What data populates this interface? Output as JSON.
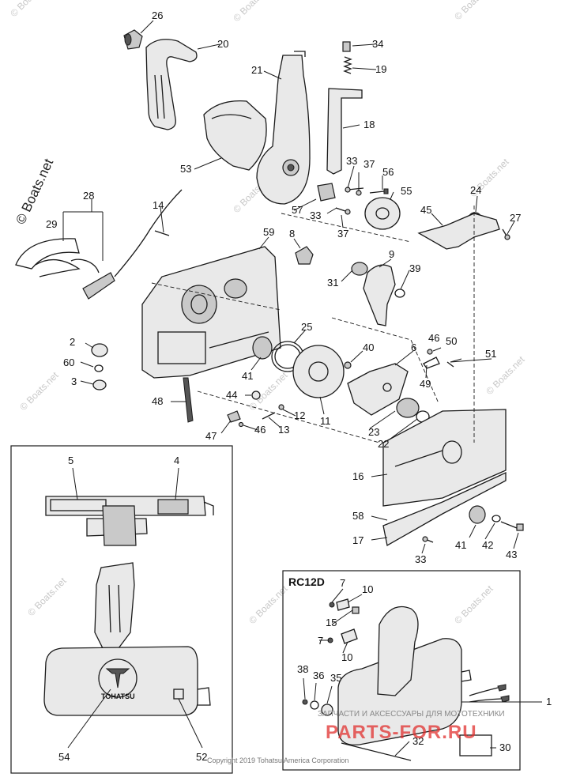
{
  "watermarks": {
    "main": "© Boats.net",
    "faint": "© Boats.net"
  },
  "copyright": "Copyright 2019 Tohatsu America Corporation",
  "inset_rc12d": {
    "title": "RC12D"
  },
  "logo_text": "TOHATSU",
  "ad_overlay": {
    "caption": "ЗАПЧАСТИ И АКСЕССУАРЫ ДЛЯ МОТОТЕХНИКИ",
    "brand": "PARTS-FOR.RU"
  },
  "callouts": [
    {
      "id": "26",
      "label": "26"
    },
    {
      "id": "20",
      "label": "20"
    },
    {
      "id": "34",
      "label": "34"
    },
    {
      "id": "19",
      "label": "19"
    },
    {
      "id": "21",
      "label": "21"
    },
    {
      "id": "18",
      "label": "18"
    },
    {
      "id": "53",
      "label": "53"
    },
    {
      "id": "28",
      "label": "28"
    },
    {
      "id": "29",
      "label": "29"
    },
    {
      "id": "14",
      "label": "14"
    },
    {
      "id": "33a",
      "label": "33"
    },
    {
      "id": "37a",
      "label": "37"
    },
    {
      "id": "56",
      "label": "56"
    },
    {
      "id": "55",
      "label": "55"
    },
    {
      "id": "57",
      "label": "57"
    },
    {
      "id": "33b",
      "label": "33"
    },
    {
      "id": "37b",
      "label": "37"
    },
    {
      "id": "24",
      "label": "24"
    },
    {
      "id": "45",
      "label": "45"
    },
    {
      "id": "27",
      "label": "27"
    },
    {
      "id": "59",
      "label": "59"
    },
    {
      "id": "8",
      "label": "8"
    },
    {
      "id": "9",
      "label": "9"
    },
    {
      "id": "31",
      "label": "31"
    },
    {
      "id": "39",
      "label": "39"
    },
    {
      "id": "2",
      "label": "2"
    },
    {
      "id": "60",
      "label": "60"
    },
    {
      "id": "3",
      "label": "3"
    },
    {
      "id": "25",
      "label": "25"
    },
    {
      "id": "40",
      "label": "40"
    },
    {
      "id": "6",
      "label": "6"
    },
    {
      "id": "46a",
      "label": "46"
    },
    {
      "id": "50",
      "label": "50"
    },
    {
      "id": "51",
      "label": "51"
    },
    {
      "id": "49",
      "label": "49"
    },
    {
      "id": "41a",
      "label": "41"
    },
    {
      "id": "48",
      "label": "48"
    },
    {
      "id": "44",
      "label": "44"
    },
    {
      "id": "11",
      "label": "11"
    },
    {
      "id": "12",
      "label": "12"
    },
    {
      "id": "13",
      "label": "13"
    },
    {
      "id": "47",
      "label": "47"
    },
    {
      "id": "46b",
      "label": "46"
    },
    {
      "id": "23",
      "label": "23"
    },
    {
      "id": "22",
      "label": "22"
    },
    {
      "id": "16",
      "label": "16"
    },
    {
      "id": "5",
      "label": "5"
    },
    {
      "id": "4",
      "label": "4"
    },
    {
      "id": "58",
      "label": "58"
    },
    {
      "id": "17",
      "label": "17"
    },
    {
      "id": "41b",
      "label": "41"
    },
    {
      "id": "42",
      "label": "42"
    },
    {
      "id": "43",
      "label": "43"
    },
    {
      "id": "33c",
      "label": "33"
    },
    {
      "id": "7a",
      "label": "7"
    },
    {
      "id": "10a",
      "label": "10"
    },
    {
      "id": "15",
      "label": "15"
    },
    {
      "id": "7b",
      "label": "7"
    },
    {
      "id": "10b",
      "label": "10"
    },
    {
      "id": "38",
      "label": "38"
    },
    {
      "id": "36",
      "label": "36"
    },
    {
      "id": "35",
      "label": "35"
    },
    {
      "id": "1",
      "label": "1"
    },
    {
      "id": "32",
      "label": "32"
    },
    {
      "id": "30",
      "label": "30"
    },
    {
      "id": "54",
      "label": "54"
    },
    {
      "id": "52",
      "label": "52"
    }
  ]
}
